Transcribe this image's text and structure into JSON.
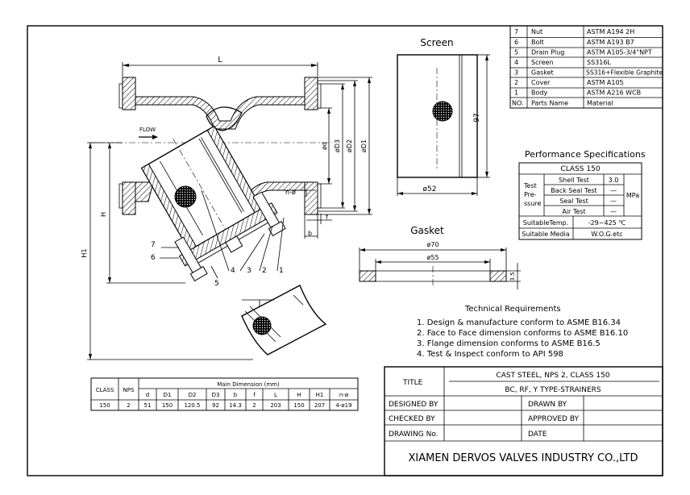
{
  "parts_list": {
    "rows": [
      {
        "no": "7",
        "name": "Nut",
        "material": "ASTM A194 2H"
      },
      {
        "no": "6",
        "name": "Bolt",
        "material": "ASTM A193 B7"
      },
      {
        "no": "5",
        "name": "Drain Plug",
        "material": "ASTM A105-3/4\"NPT"
      },
      {
        "no": "4",
        "name": "Screen",
        "material": "SS316L"
      },
      {
        "no": "3",
        "name": "Gasket",
        "material": "SS316+Flexible Graphite"
      },
      {
        "no": "2",
        "name": "Cover",
        "material": "ASTM A105"
      },
      {
        "no": "1",
        "name": "Body",
        "material": "ASTM A216 WCB"
      }
    ],
    "header": {
      "no": "NO.",
      "name": "Parts Name",
      "material": "Material"
    }
  },
  "performance": {
    "title": "Performance Specifications",
    "class_label": "CLASS 150",
    "test_label_1": "Test",
    "test_label_2": "Pre-",
    "test_label_3": "ssure",
    "shell_test": "Shell Test",
    "shell_value": "3.0",
    "back_seal_test": "Back Seal Test",
    "back_seal_value": "—",
    "seal_test": "Seal Test",
    "seal_value": "—",
    "air_test": "Air Test",
    "air_value": "—",
    "unit": "MPa",
    "temp_label": "SuitableTemp.",
    "temp_value": "-29~425 ℃",
    "media_label": "Suitable Media",
    "media_value": "W.O.G.etc"
  },
  "screen_view": {
    "title": "Screen",
    "width_dim": "ø52",
    "height_dim": "97"
  },
  "gasket_view": {
    "title": "Gasket",
    "outer_dim": "ø70",
    "inner_dim": "ø55",
    "thickness_dim": "3.5"
  },
  "main_view": {
    "length_label": "L",
    "flow_label": "FLOW",
    "height_label": "H",
    "h1_label": "H1",
    "d_label": "ød",
    "d3_label": "øD3",
    "d2_label": "øD2",
    "d1_label": "øD1",
    "bolt_holes_label": "n-ø",
    "f_label": "f",
    "b_label": "b",
    "callouts": [
      "7",
      "6",
      "5",
      "4",
      "3",
      "2",
      "1"
    ]
  },
  "technical_requirements": {
    "title": "Technical Requirements",
    "items": [
      "1. Design & manufacture conform to ASME B16.34",
      "2. Face to Face dimension conforms to ASME B16.10",
      "3. Flange dimension conforms to ASME B16.5",
      "4. Test & Inspect conform to API 598"
    ]
  },
  "dimension_table": {
    "class_header": "CLASS",
    "nps_header": "NPS",
    "group_header": "Main Dimension (mm)",
    "columns": [
      "d",
      "D1",
      "D2",
      "D3",
      "b",
      "f",
      "L",
      "H",
      "H1",
      "n-ø"
    ],
    "row": {
      "class": "150",
      "nps": "2",
      "values": [
        "51",
        "150",
        "120.5",
        "92",
        "14.3",
        "2",
        "203",
        "150",
        "207",
        "4-ø19"
      ]
    }
  },
  "title_block": {
    "title_label": "TITLE",
    "title_line_1": "CAST STEEL, NPS 2, CLASS 150",
    "title_line_2": "BC, RF, Y TYPE-STRAINERS",
    "designed_by": "DESIGNED BY",
    "drawn_by": "DRAWN BY",
    "checked_by": "CHECKED BY",
    "approved_by": "APPROVED BY",
    "drawing_no": "DRAWING No.",
    "date": "DATE",
    "company": "XIAMEN DERVOS VALVES INDUSTRY CO.,LTD"
  }
}
